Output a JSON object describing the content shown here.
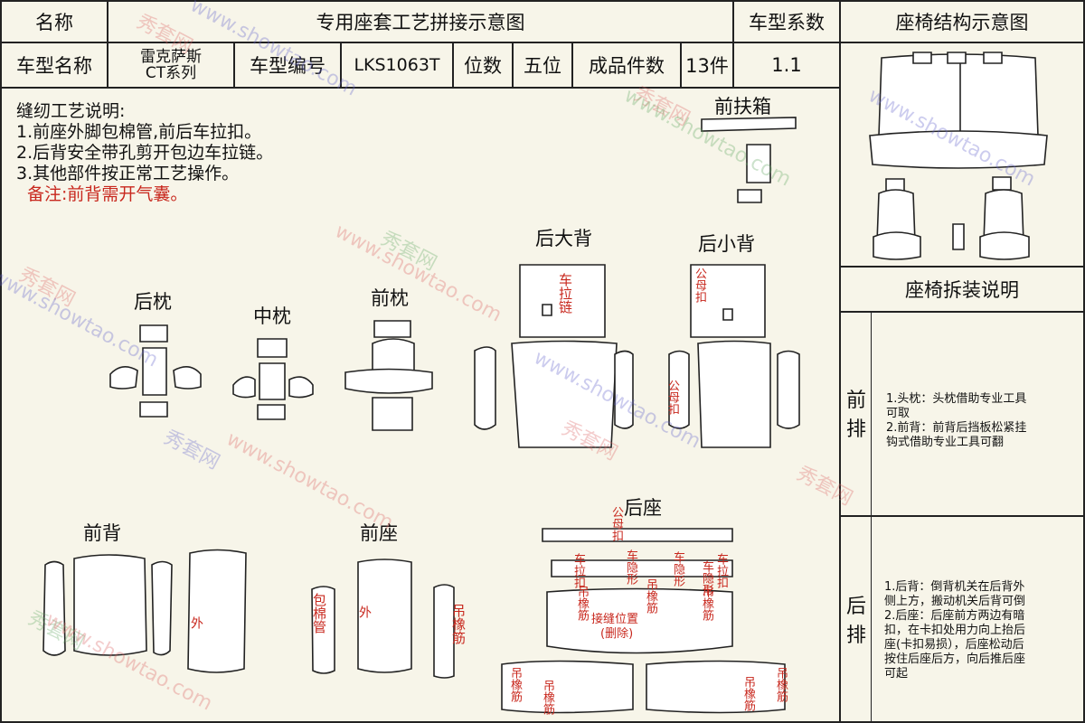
{
  "header": {
    "name_label": "名称",
    "title": "专用座套工艺拼接示意图",
    "coef_label": "车型系数",
    "struct_label": "座椅结构示意图"
  },
  "info": {
    "model_label": "车型名称",
    "model_value_line1": "雷克萨斯",
    "model_value_line2": "CT系列",
    "code_label": "车型编号",
    "code_value": "LKS1063T",
    "seats_label": "位数",
    "seats_value": "五位",
    "pieces_label": "成品件数",
    "pieces_value": "13件",
    "coef_value": "1.1"
  },
  "notes": {
    "title": "缝纫工艺说明:",
    "items": [
      "1.前座外脚包棉管,前后车拉扣。",
      "2.后背安全带孔剪开包边车拉链。",
      "3.其他部件按正常工艺操作。"
    ],
    "remark": "备注:前背需开气囊。"
  },
  "parts": {
    "front_armrest": "前扶箱",
    "rear_big_back": "后大背",
    "rear_small_back": "后小背",
    "rear_pillow": "后枕",
    "mid_pillow": "中枕",
    "front_pillow": "前枕",
    "front_back": "前背",
    "front_seat": "前座",
    "rear_seat": "后座"
  },
  "annotations": {
    "zipper": "车拉链",
    "snap": "公母扣",
    "snap2": "公母扣",
    "outer": "外",
    "outer2": "外",
    "cotton_pipe": "包棉管",
    "elastic": "吊橡筋",
    "elastic2": "吊橡筋",
    "elastic3": "吊橡筋",
    "elastic4": "吊橡筋",
    "elastic5": "吊橡筋",
    "elastic6": "吊橡筋",
    "elastic7": "吊橡筋",
    "elastic8": "吊橡筋",
    "pull_snap": "车拉扣",
    "pull_snap2": "车拉扣",
    "hide_elastic": "车隐形",
    "hide_elastic2": "车隐形",
    "hide_elastic3": "车隐形",
    "seam_pos": "接缝位置",
    "seam_del": "(删除)",
    "snap_top": "公母扣"
  },
  "right_panel": {
    "install_title": "座椅拆装说明",
    "front_row": "前排",
    "rear_row": "后排",
    "front_notes": [
      "1.头枕：头枕借助专业工具",
      "可取",
      "2.前背：前背后挡板松紧挂",
      "钩式借助专业工具可翻"
    ],
    "rear_notes": [
      "1.后背：倒背机关在后背外",
      "侧上方，搬动机关后背可倒",
      "2.后座：后座前方两边有暗",
      "扣，在卡扣处用力向上抬后",
      "座(卡扣易损），后座松动后",
      "按住后座后方，向后推后座",
      "可起"
    ]
  },
  "watermark": {
    "text1": "秀套网",
    "text2": "www.showtao.com"
  }
}
